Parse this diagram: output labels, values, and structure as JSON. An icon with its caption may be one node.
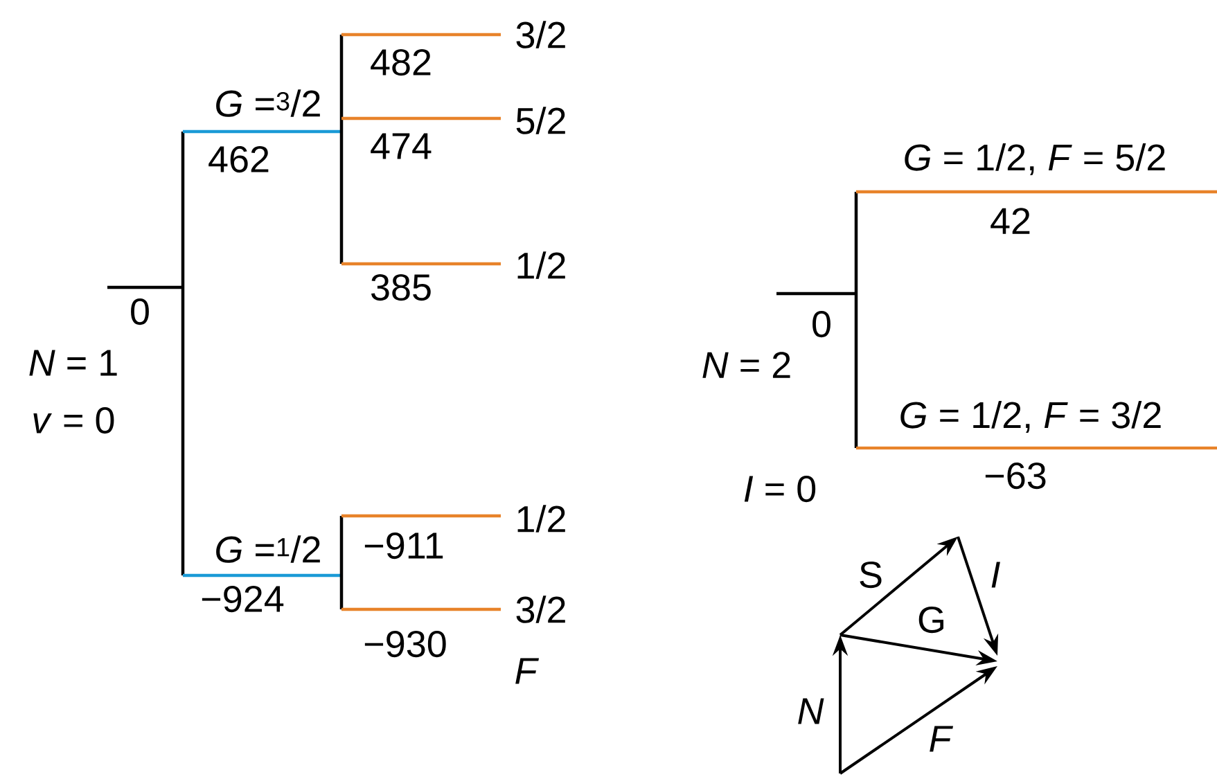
{
  "diagram": {
    "labels": [
      "3/2",
      "482",
      "*G* =$^{3}$/2",
      "5/2",
      "462",
      "474",
      "*G* = 1/2, *F* = 5/2",
      "42",
      "1/2",
      "385",
      "0",
      "0",
      "*N* = 1",
      "*N* = 2",
      "*v* = 0",
      "*G* = 1/2, *F* = 3/2",
      "−63",
      "*I* = 0",
      "1/2",
      "*G* =$^{1}$/2",
      "−911",
      "S",
      "I",
      "−924",
      "3/2",
      "G",
      "−930",
      "F",
      "N",
      "F"
    ]
  }
}
